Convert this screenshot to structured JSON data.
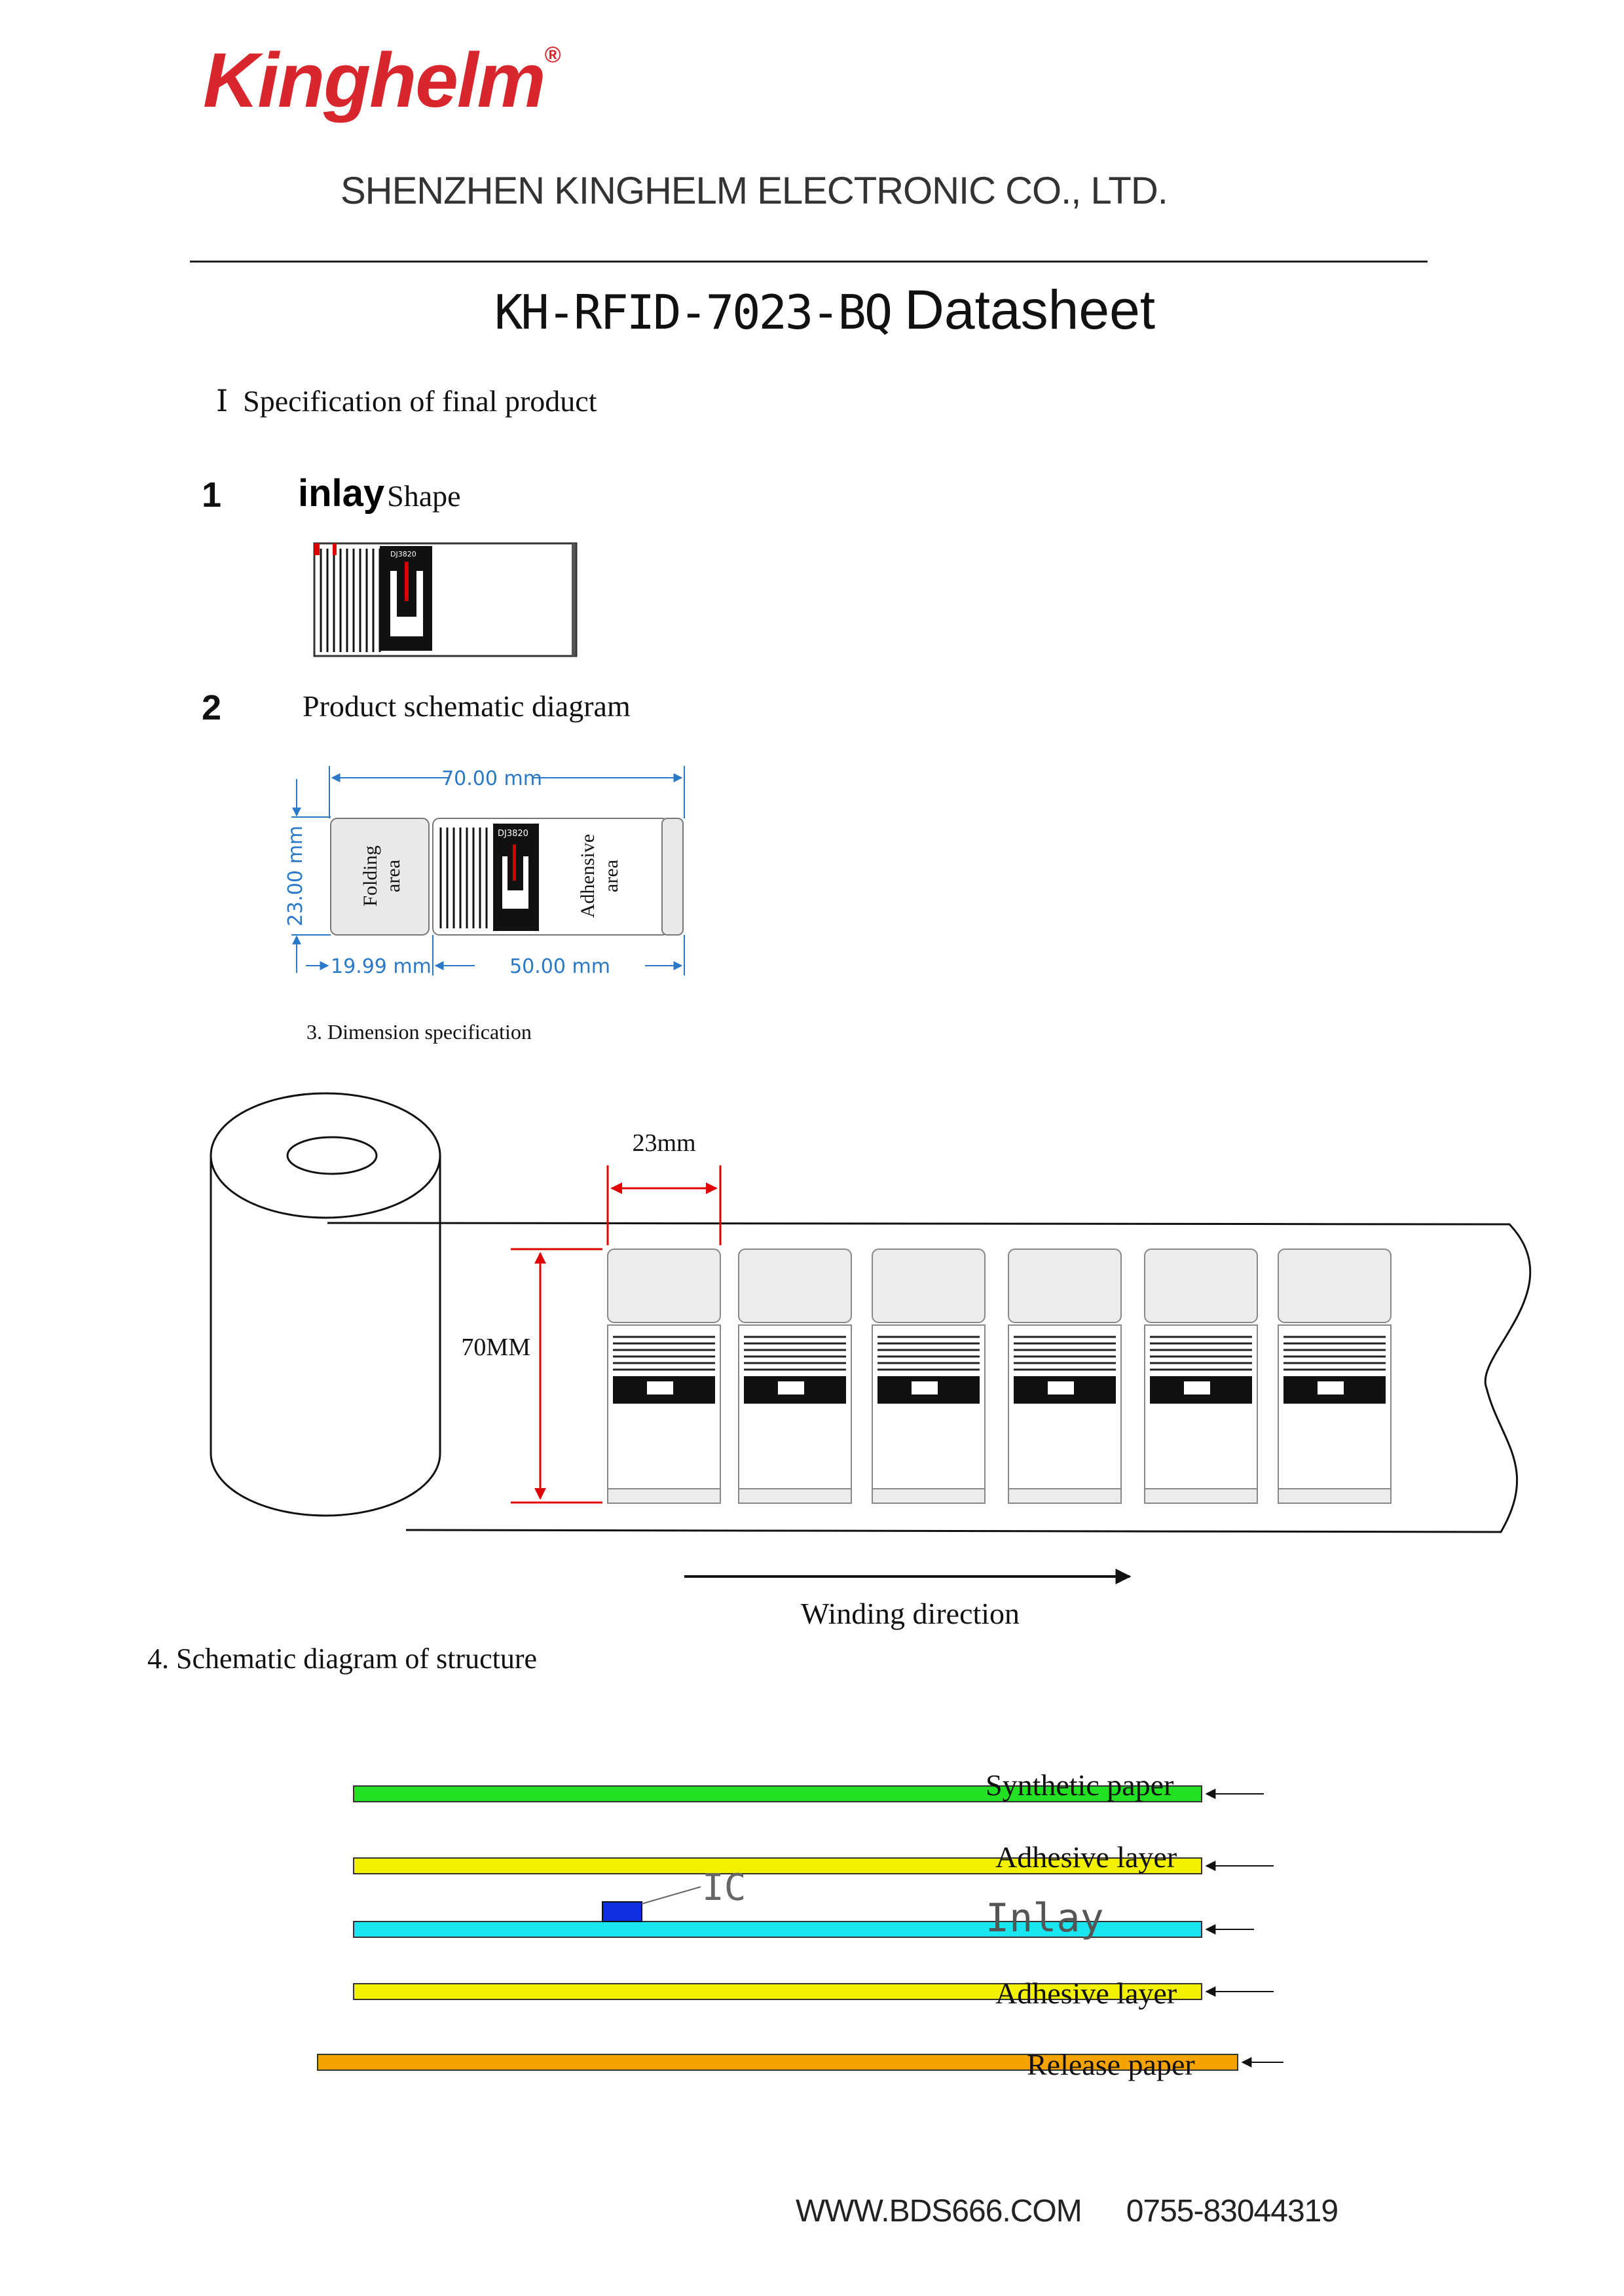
{
  "header": {
    "logo_text": "Kinghelm",
    "logo_mark": "®",
    "company": "SHENZHEN KINGHELM ELECTRONIC CO., LTD.",
    "title_part": "KH-RFID-7023-BQ",
    "title_suffix": "Datasheet",
    "brand_color": "#d9262c"
  },
  "section1": {
    "roman": "Ⅰ",
    "label": "Specification of final product"
  },
  "item1": {
    "number": "1",
    "bold": "inlay",
    "text": "Shape"
  },
  "item2": {
    "number": "2",
    "text": "Product schematic diagram",
    "dims": {
      "width": "70.00 mm",
      "height": "23.00 mm",
      "folding": "19.99 mm",
      "adhesive": "50.00 mm"
    },
    "labels": {
      "folding_1": "Folding",
      "folding_2": "area",
      "adhesive_1": "Adhensive",
      "adhesive_2": "area",
      "chip": "DJ3820"
    }
  },
  "item3": {
    "text": "3.  Dimension specification",
    "pitch": "23mm",
    "height": "70MM",
    "winding": "Winding direction"
  },
  "item4": {
    "text": "4. Schematic diagram of structure",
    "layers": [
      {
        "label": "Synthetic paper",
        "color": "#22e022"
      },
      {
        "label": "Adhesive layer",
        "color": "#f2f200"
      },
      {
        "label": "Inlay",
        "color": "#19e6f0"
      },
      {
        "label": "Adhesive layer",
        "color": "#f2f200"
      },
      {
        "label": "Release paper",
        "color": "#f5a300"
      }
    ],
    "ic_label": "IC",
    "ic_color": "#1030e0"
  },
  "footer": {
    "website": "WWW.BDS666.COM",
    "phone": "0755-83044319"
  }
}
